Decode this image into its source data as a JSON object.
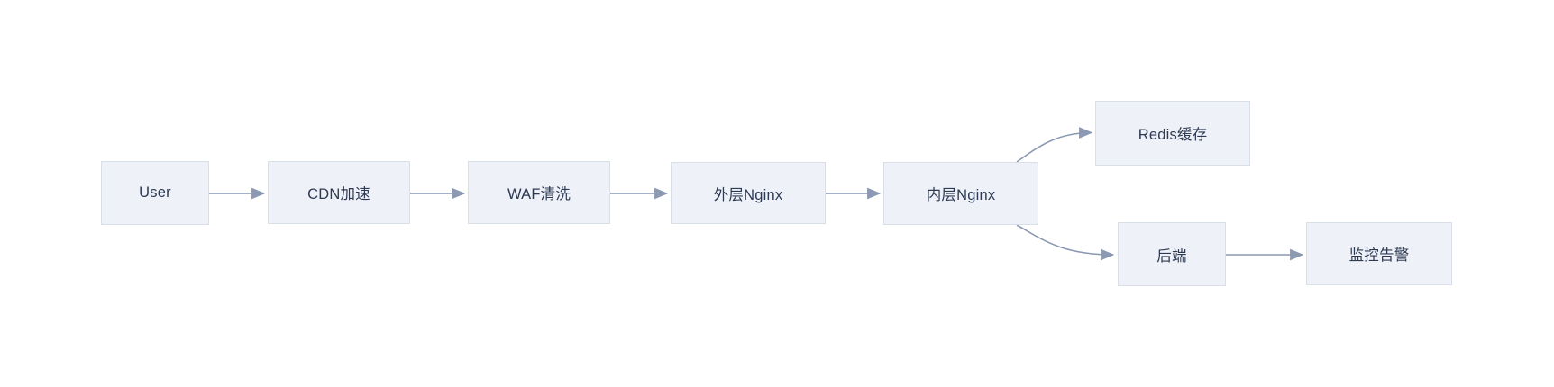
{
  "diagram": {
    "type": "flowchart-left-to-right",
    "colors": {
      "background": "#ffffff",
      "node_fill": "#eef1f7",
      "node_border": "#d8dfe9",
      "node_text": "#2d3a53",
      "edge": "#8b99b2"
    },
    "nodes": [
      {
        "id": "user",
        "label": "User"
      },
      {
        "id": "cdn",
        "label": "CDN加速"
      },
      {
        "id": "waf",
        "label": "WAF清洗"
      },
      {
        "id": "outer-nginx",
        "label": "外层Nginx"
      },
      {
        "id": "inner-nginx",
        "label": "内层Nginx"
      },
      {
        "id": "redis",
        "label": "Redis缓存"
      },
      {
        "id": "backend",
        "label": "后端"
      },
      {
        "id": "monitor",
        "label": "监控告警"
      }
    ],
    "edges": [
      {
        "from": "user",
        "to": "cdn"
      },
      {
        "from": "cdn",
        "to": "waf"
      },
      {
        "from": "waf",
        "to": "outer-nginx"
      },
      {
        "from": "outer-nginx",
        "to": "inner-nginx"
      },
      {
        "from": "inner-nginx",
        "to": "redis"
      },
      {
        "from": "inner-nginx",
        "to": "backend"
      },
      {
        "from": "backend",
        "to": "monitor"
      }
    ]
  }
}
